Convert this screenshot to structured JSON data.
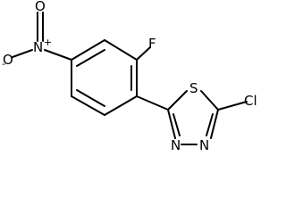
{
  "molecule": {
    "atoms": {
      "oxygen_top": "O",
      "nitro_n": "N",
      "nitro_n_charge": "+",
      "oxygen_left": "O",
      "oxygen_left_charge": "-",
      "fluorine": "F",
      "sulfur": "S",
      "chlorine": "Cl",
      "ring_n_left": "N",
      "ring_n_right": "N"
    }
  }
}
